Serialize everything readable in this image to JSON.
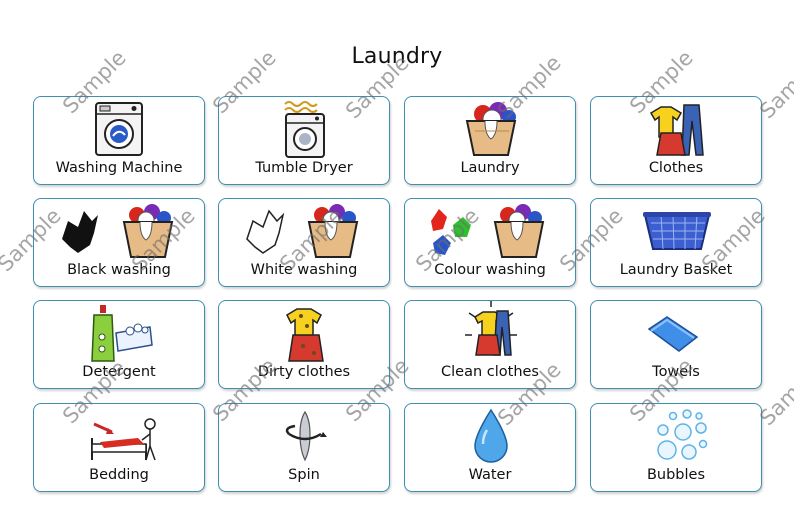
{
  "page": {
    "title": "Laundry"
  },
  "cards": [
    {
      "label": "Washing Machine",
      "icon": "washing-machine-icon"
    },
    {
      "label": "Tumble Dryer",
      "icon": "tumble-dryer-icon"
    },
    {
      "label": "Laundry",
      "icon": "laundry-basket-full-icon"
    },
    {
      "label": "Clothes",
      "icon": "clothes-icon"
    },
    {
      "label": "Black washing",
      "icon": "black-washing-icon"
    },
    {
      "label": "White washing",
      "icon": "white-washing-icon"
    },
    {
      "label": "Colour washing",
      "icon": "colour-washing-icon"
    },
    {
      "label": "Laundry Basket",
      "icon": "laundry-basket-icon"
    },
    {
      "label": "Detergent",
      "icon": "detergent-icon"
    },
    {
      "label": "Dirty clothes",
      "icon": "dirty-clothes-icon"
    },
    {
      "label": "Clean clothes",
      "icon": "clean-clothes-icon"
    },
    {
      "label": "Towels",
      "icon": "towel-icon"
    },
    {
      "label": "Bedding",
      "icon": "bedding-icon"
    },
    {
      "label": "Spin",
      "icon": "spin-icon"
    },
    {
      "label": "Water",
      "icon": "water-drop-icon"
    },
    {
      "label": "Bubbles",
      "icon": "bubbles-icon"
    }
  ],
  "watermark": {
    "text": "Sample"
  },
  "colors": {
    "card_border": "#3f8fb0",
    "watermark": "#6e6e6e"
  }
}
